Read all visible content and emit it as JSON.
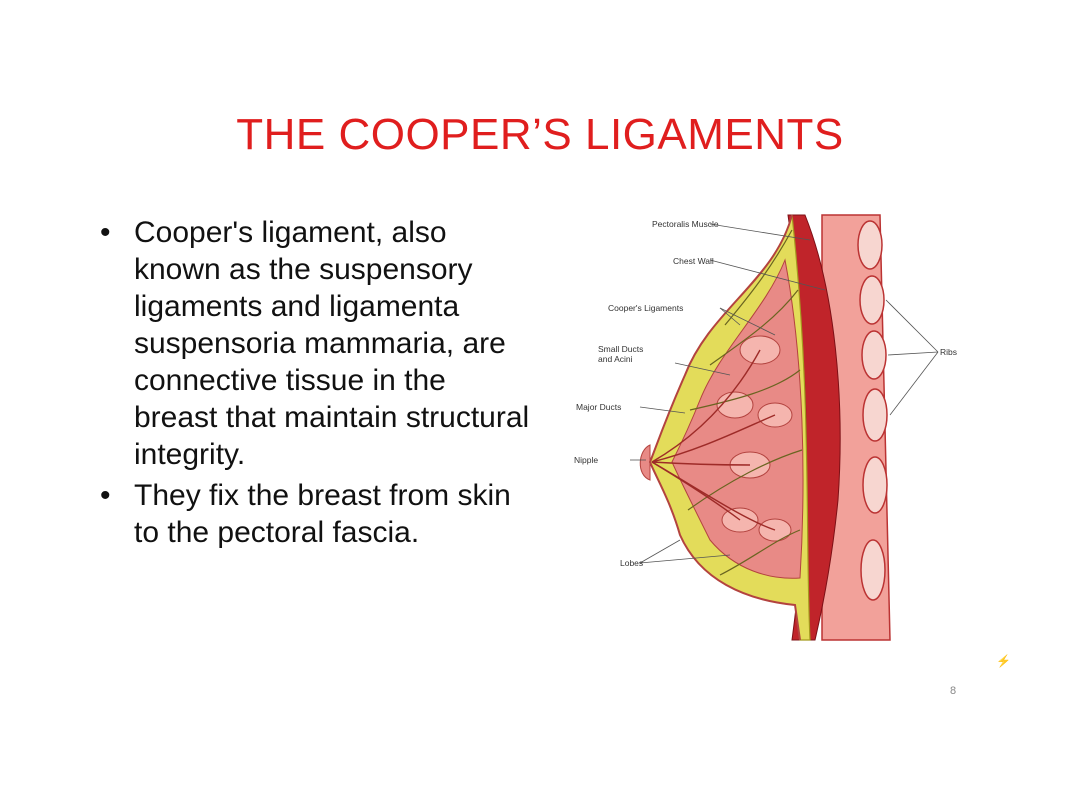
{
  "slide": {
    "title": "THE COOPER’S LIGAMENTS",
    "bullets": [
      "Cooper's ligament, also known as the suspensory ligaments and ligamenta suspensoria mammaria, are connective tissue in the breast that maintain structural integrity.",
      "They fix the breast from skin to the pectoral fascia."
    ],
    "page_number": "8"
  },
  "figure": {
    "labels": {
      "pectoralis_muscle": "Pectoralis Muscle",
      "chest_wall": "Chest Wall",
      "coopers_ligaments": "Cooper's Ligaments",
      "small_ducts_1": "Small Ducts",
      "small_ducts_2": "and Acini",
      "major_ducts": "Major Ducts",
      "nipple": "Nipple",
      "lobes": "Lobes",
      "ribs": "Ribs"
    }
  },
  "colors": {
    "title": "#e01e1e",
    "fat": "#e3dc5a",
    "tissue": "#e88a86",
    "muscle": "#c0242a"
  }
}
